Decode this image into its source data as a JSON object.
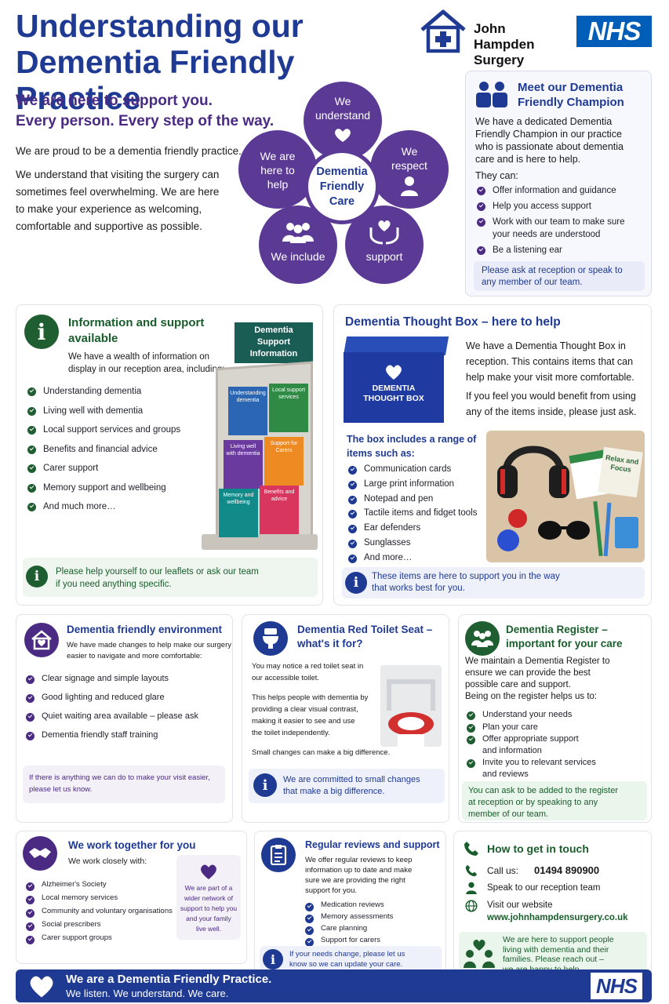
{
  "header": {
    "title_line1": "Understanding our",
    "title_line2": "Dementia Friendly Practice",
    "practice_name_line1": "John Hampden",
    "practice_name_line2": "Surgery",
    "nhs_logo": "NHS"
  },
  "intro": {
    "tagline_line1": "We are here to support you.",
    "tagline_line2": "Every person. Every step of the way.",
    "para1": "We are proud to be a dementia friendly practice.",
    "para2_l1": "We understand that visiting the surgery can",
    "para2_l2": "sometimes feel overwhelming. We are here",
    "para2_l3": "to make your experience as welcoming,",
    "para2_l4": "comfortable and supportive as possible."
  },
  "flower": {
    "center_l1": "Dementia",
    "center_l2": "Friendly",
    "center_l3": "Care",
    "petal_understand_l1": "We",
    "petal_understand_l2": "understand",
    "petal_respect_l1": "We",
    "petal_respect_l2": "respect",
    "petal_here_l1": "We are",
    "petal_here_l2": "here to",
    "petal_here_l3": "help",
    "petal_include": "We include",
    "petal_support": "support"
  },
  "champion": {
    "title_l1": "Meet our Dementia",
    "title_l2": "Friendly Champion",
    "desc_l1": "We have a dedicated Dementia",
    "desc_l2": "Friendly Champion in our practice",
    "desc_l3": "who is passionate about dementia",
    "desc_l4": "care and is here to help.",
    "they_can": "They can:",
    "items": [
      "Offer information and guidance",
      "Help you access support",
      "Work with our team to make sure",
      "Be a listening ear"
    ],
    "item3_cont": "your needs are understood",
    "note_l1": "Please ask at reception or speak to",
    "note_l2": "any member of our team."
  },
  "info": {
    "title_l1": "Information and support",
    "title_l2": "available",
    "desc_l1": "We have a wealth of information on",
    "desc_l2": "display in our reception area, including:",
    "items": [
      "Understanding dementia",
      "Living well with dementia",
      "Local support services and groups",
      "Benefits and financial advice",
      "Carer support",
      "Memory support and wellbeing",
      "And much more…"
    ],
    "rack_sign_l1": "Dementia",
    "rack_sign_l2": "Support",
    "rack_sign_l3": "Information",
    "leaflets": [
      "Understanding dementia",
      "Local support services",
      "Living well with dementia",
      "Support for Carers",
      "Memory and wellbeing",
      "Benefits and advice"
    ],
    "note_l1": "Please help yourself to our leaflets or ask our team",
    "note_l2": "if you need anything specific."
  },
  "thought_box": {
    "title": "Dementia Thought Box – here to help",
    "box_label_l1": "DEMENTIA",
    "box_label_l2": "THOUGHT BOX",
    "desc_l1": "We have a Dementia Thought Box in",
    "desc_l2": "reception. This contains items that can",
    "desc_l3": "help make your visit more comfortable.",
    "desc_l4": "If you feel you would benefit from using",
    "desc_l5": "any of the items inside, please just ask.",
    "range_l1": "The box includes a range of",
    "range_l2": "items such as:",
    "items": [
      "Communication cards",
      "Large print information",
      "Notepad and pen",
      "Tactile items and fidget tools",
      "Ear defenders",
      "Sunglasses",
      "And more…"
    ],
    "card_text_l1": "Relax and",
    "card_text_l2": "Focus",
    "note_l1": "These items are here to support you in the way",
    "note_l2": "that works best for you."
  },
  "environment": {
    "title": "Dementia friendly environment",
    "desc_l1": "We have made changes to help make our surgery",
    "desc_l2": "easier to navigate and more comfortable:",
    "items": [
      "Clear signage and simple layouts",
      "Good lighting and reduced glare",
      "Quiet waiting area available – please ask",
      "Dementia friendly staff training"
    ],
    "note_l1": "If there is anything we can do to make your visit easier,",
    "note_l2": "please let us know."
  },
  "toilet": {
    "title_l1": "Dementia Red Toilet Seat –",
    "title_l2": "what's it for?",
    "p1_l1": "You may notice a red toilet seat in",
    "p1_l2": "our accessible toilet.",
    "p2_l1": "This helps people with dementia by",
    "p2_l2": "providing a clear visual contrast,",
    "p2_l3": "making it easier to see and use",
    "p2_l4": "the toilet independently.",
    "p3": "Small changes can make a big difference.",
    "note_l1": "We are committed to small changes",
    "note_l2": "that make a big difference."
  },
  "register": {
    "title_l1": "Dementia Register –",
    "title_l2": "important for your care",
    "desc_l1": "We maintain a Dementia Register to",
    "desc_l2": "ensure we can provide the best",
    "desc_l3": "possible care and support.",
    "desc_l4": "Being on the register helps us to:",
    "items": [
      "Understand your needs",
      "Plan your care",
      "Offer appropriate support",
      "Invite you to relevant services"
    ],
    "item3_cont": "and information",
    "item4_cont": "and reviews",
    "note_l1": "You can ask to be added to the register",
    "note_l2": "at reception or by speaking to any",
    "note_l3": "member of our team."
  },
  "together": {
    "title": "We work together for you",
    "intro": "We work closely with:",
    "items": [
      "Alzheimer's Society",
      "Local memory services",
      "Community and voluntary organisations",
      "Social prescribers",
      "Carer support groups"
    ],
    "side_l1": "We are part of a",
    "side_l2": "wider network of",
    "side_l3": "support to help you",
    "side_l4": "and your family",
    "side_l5": "live well."
  },
  "reviews": {
    "title": "Regular reviews and support",
    "desc_l1": "We offer regular reviews to keep",
    "desc_l2": "information up to date and make",
    "desc_l3": "sure we are providing the right",
    "desc_l4": "support for you.",
    "items": [
      "Medication reviews",
      "Memory assessments",
      "Care planning",
      "Support for carers"
    ],
    "note_l1": "If your needs change, please let us",
    "note_l2": "know so we can update your care."
  },
  "contact": {
    "title": "How to get in touch",
    "call_label": "Call us:",
    "phone": "01494 890900",
    "reception": "Speak to our reception team",
    "website_label": "Visit our website",
    "website": "www.johnhampdensurgery.co.uk",
    "note_l1": "We are here to support people",
    "note_l2": "living with dementia and their",
    "note_l3": "families. Please reach out –",
    "note_l4": "we are happy to help."
  },
  "footer": {
    "line1": "We are a Dementia Friendly Practice.",
    "line2": "We listen. We understand. We care.",
    "nhs": "NHS"
  },
  "colors": {
    "navy": "#1f3a93",
    "purple": "#4b2a83",
    "green": "#1a5d2c",
    "nhs_blue": "#005eb8"
  }
}
